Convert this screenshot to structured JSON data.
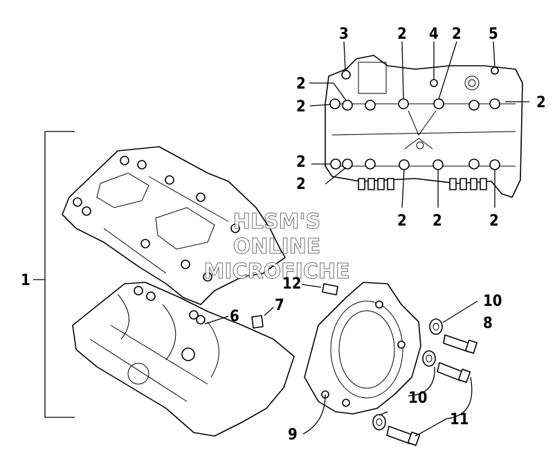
{
  "watermark": {
    "line1": "HLSM'S",
    "line2": "ONLINE",
    "line3": "MICROFICHE"
  },
  "callouts": {
    "c1": "1",
    "c2": "2",
    "c3": "3",
    "c4": "4",
    "c5": "5",
    "c6": "6",
    "c7": "7",
    "c8": "8",
    "c9": "9",
    "c10": "10",
    "c11": "11",
    "c12": "12"
  }
}
